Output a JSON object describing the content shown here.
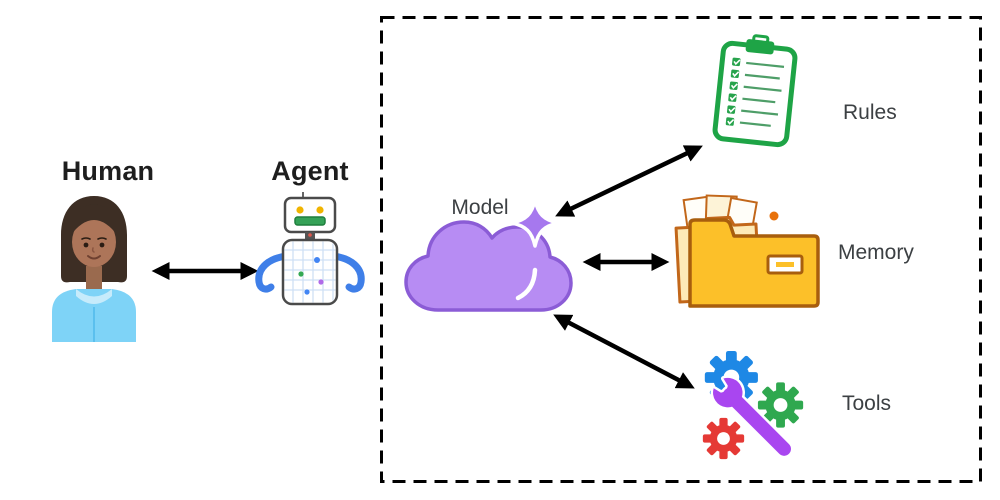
{
  "diagram": {
    "nodes": {
      "human": {
        "label": "Human"
      },
      "agent": {
        "label": "Agent"
      },
      "model": {
        "label": "Model"
      },
      "rules": {
        "label": "Rules"
      },
      "memory": {
        "label": "Memory"
      },
      "tools": {
        "label": "Tools"
      }
    },
    "edges": [
      {
        "from": "Human",
        "to": "Agent",
        "bidirectional": true
      },
      {
        "from": "Model",
        "to": "Rules",
        "bidirectional": true
      },
      {
        "from": "Model",
        "to": "Memory",
        "bidirectional": true
      },
      {
        "from": "Model",
        "to": "Tools",
        "bidirectional": true
      }
    ],
    "boundary": {
      "style": "dashed",
      "contains": [
        "Model",
        "Rules",
        "Memory",
        "Tools"
      ]
    },
    "icons": {
      "human": "person-icon",
      "agent": "robot-icon",
      "model": "cloud-sparkle-icon",
      "rules": "clipboard-checklist-icon",
      "memory": "folder-files-icon",
      "tools": "gears-wrench-icon"
    },
    "colors": {
      "arrow": "#000000",
      "boundary": "#000000",
      "cloud_purple": "#b78cf3",
      "cloud_outline": "#8b5cd6",
      "sparkle_purple": "#a678ee",
      "rules_green": "#1ea446",
      "memory_yellow": "#fcc029",
      "memory_outline": "#a85e0d",
      "gear_blue": "#1e88e5",
      "gear_green": "#2fa84f",
      "gear_red": "#e53935",
      "wrench_purple": "#a946f0",
      "hoodie_blue": "#7ed3f7",
      "title_dark": "#1e1e1e",
      "label_gray": "#3c4043"
    }
  }
}
